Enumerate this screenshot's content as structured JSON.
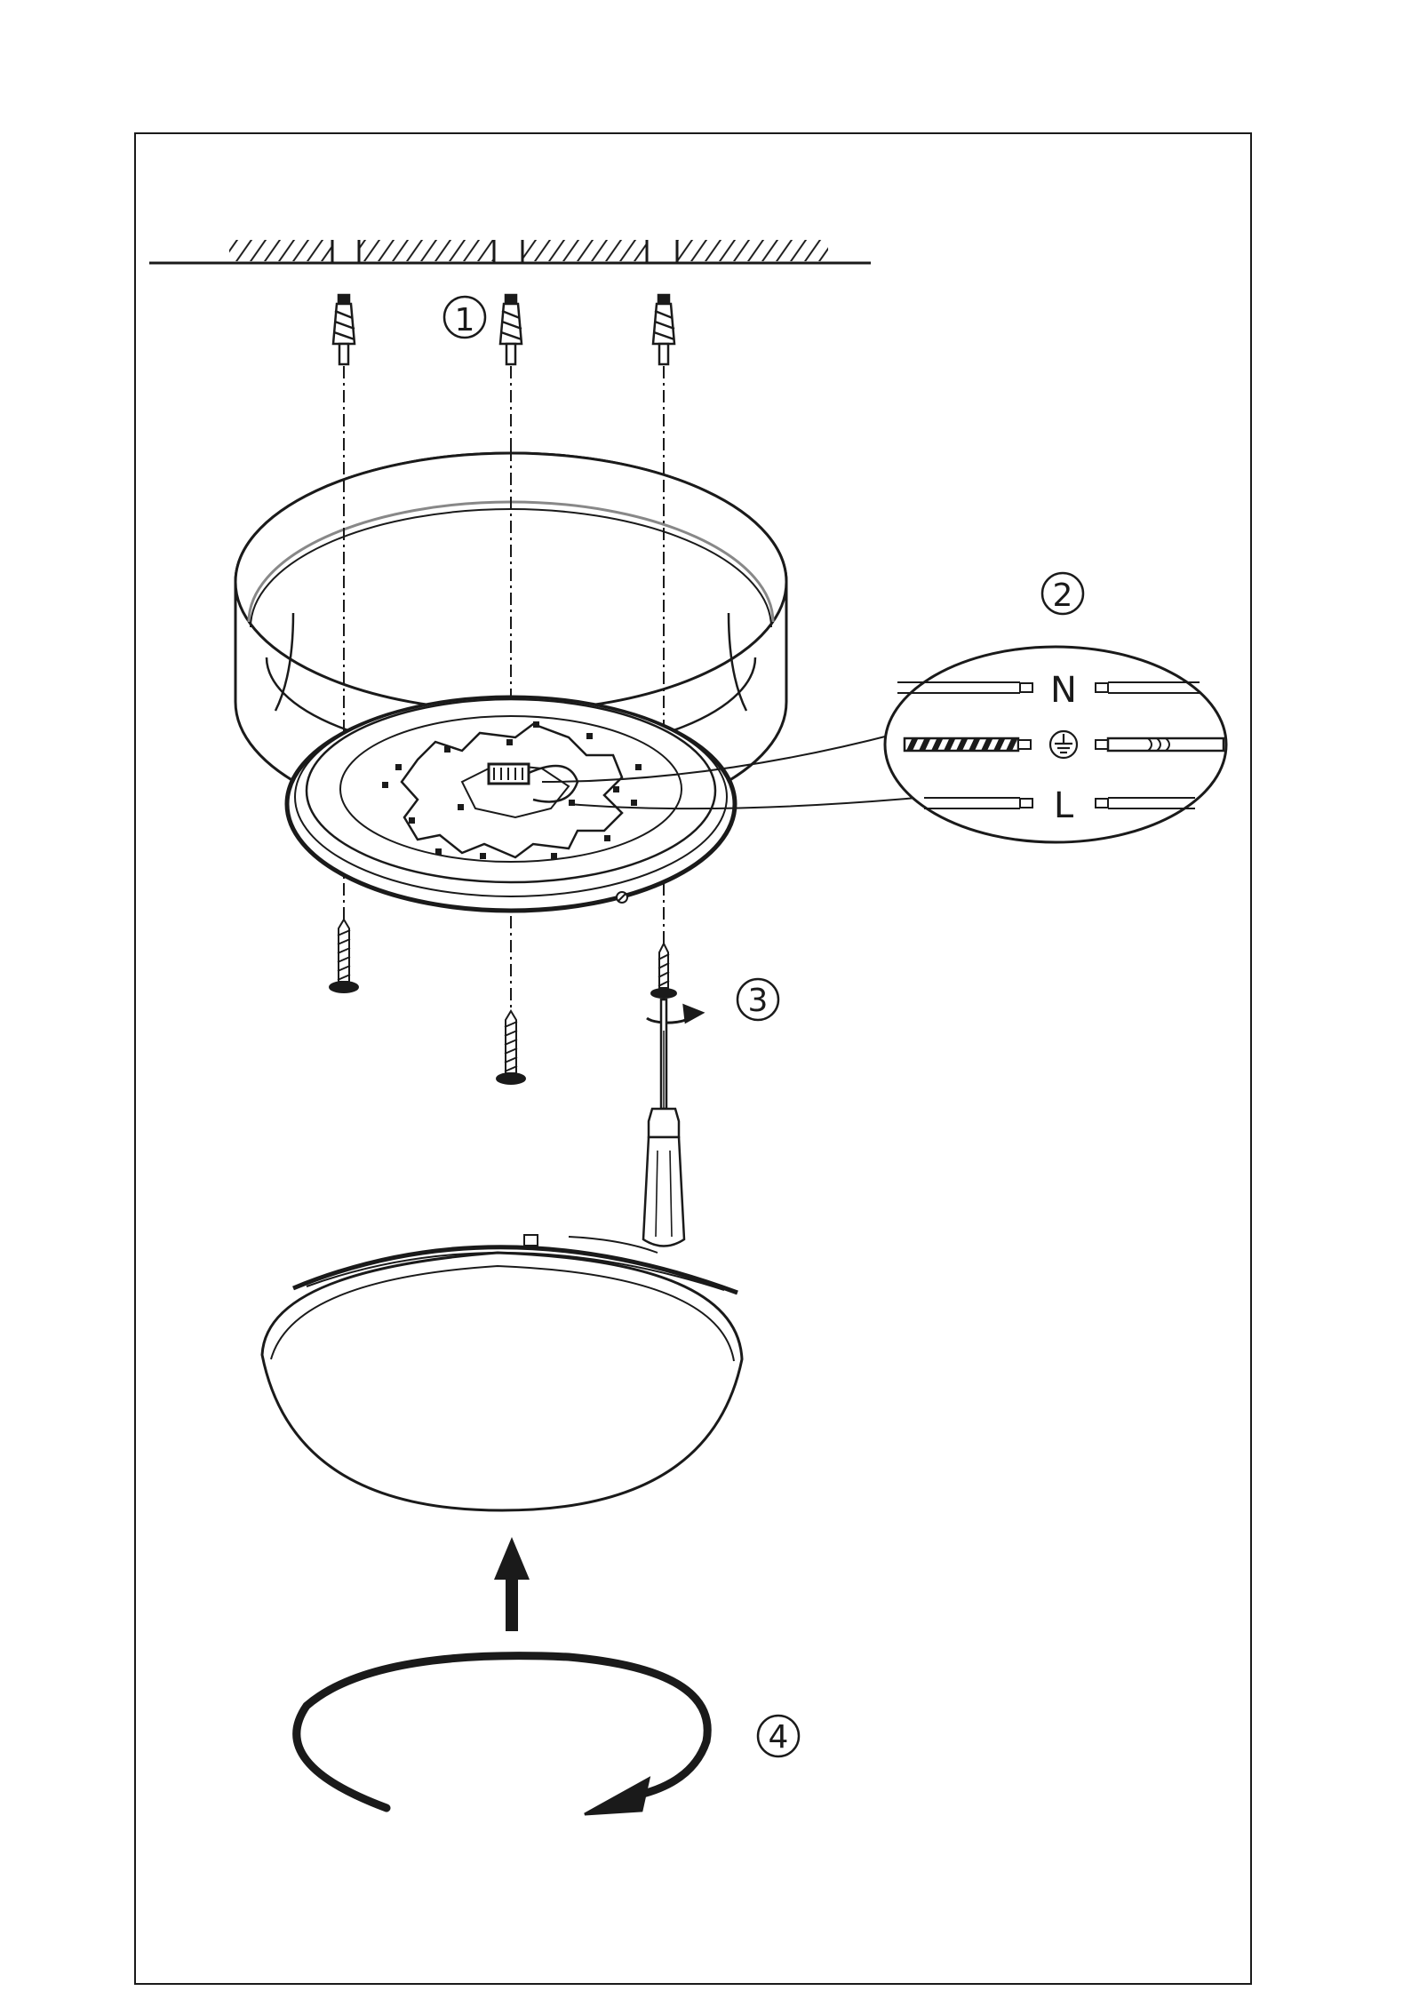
{
  "steps": {
    "step1": "①",
    "step2": "②",
    "step3": "③",
    "step4": "④"
  },
  "wiring": {
    "neutral": "N",
    "live": "L",
    "earth_icon": "earth-ground-icon"
  },
  "colors": {
    "line": "#1a1a1a",
    "background": "#ffffff"
  }
}
